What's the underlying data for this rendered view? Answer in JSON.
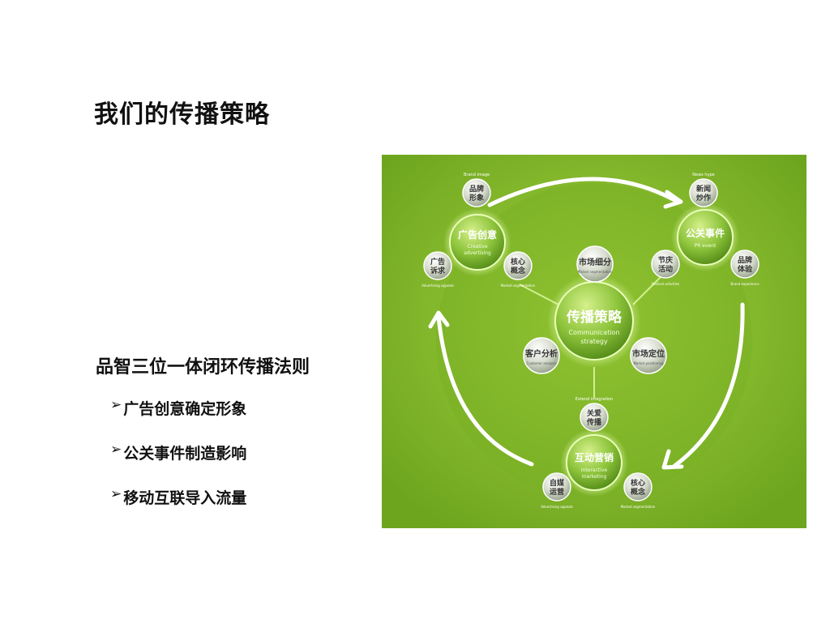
{
  "slide": {
    "title": "我们的传播策略",
    "subtitle": "品智三位一体闭环传播法则",
    "bullet_marker": "➢",
    "bullets": [
      "广告创意确定形象",
      "公关事件制造影响",
      "移动互联导入流量"
    ]
  },
  "diagram": {
    "center": {
      "label": "传播策略",
      "sub1": "Communication",
      "sub2": "strategy"
    },
    "inner": [
      {
        "label": "市场细分",
        "sub": "Market segmentation"
      },
      {
        "label": "客户分析",
        "sub": "Customer analysis"
      },
      {
        "label": "市场定位",
        "sub": "Market positioning"
      }
    ],
    "hubs": [
      {
        "label": "广告创意",
        "sub1": "Creative",
        "sub2": "advertising"
      },
      {
        "label": "公关事件",
        "sub1": "PR event",
        "sub2": ""
      },
      {
        "label": "互动营销",
        "sub1": "Interactive",
        "sub2": "marketing"
      }
    ],
    "satellites": {
      "brand_image": {
        "l1": "品牌",
        "l2": "形象",
        "cap": "Brand image"
      },
      "ad_demand": {
        "l1": "广告",
        "l2": "诉求",
        "cap": "Advertising appeals"
      },
      "core_concept_a": {
        "l1": "核心",
        "l2": "概念",
        "cap": "Market segmentation"
      },
      "news_hype": {
        "l1": "新闻",
        "l2": "炒作",
        "cap": "News hype"
      },
      "festival": {
        "l1": "节庆",
        "l2": "活动",
        "cap": "Festival activities"
      },
      "brand_exp": {
        "l1": "品牌",
        "l2": "体验",
        "cap": "Brand experience"
      },
      "spread": {
        "l1": "关爱",
        "l2": "传播",
        "cap": "Extend integration"
      },
      "self_media": {
        "l1": "自媒",
        "l2": "运营",
        "cap": "Advertising appeals"
      },
      "core_concept_b": {
        "l1": "核心",
        "l2": "概念",
        "cap": "Market segmentation"
      }
    }
  },
  "colors": {
    "panel": "#86bd2c",
    "panel_dark": "#6fa81f",
    "center_glow": "#a7d64a",
    "text": "#111111",
    "white": "#ffffff"
  }
}
